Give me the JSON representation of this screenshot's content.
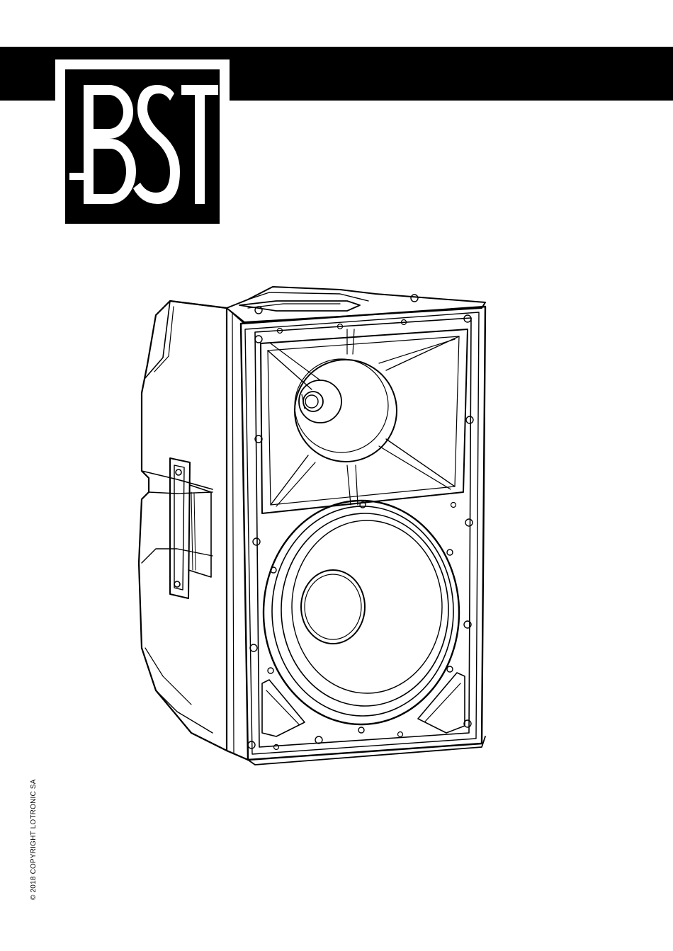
{
  "brand": {
    "logo_text": "BST"
  },
  "footer": {
    "copyright": "© 2018 COPYRIGHT LOTRONIC SA"
  },
  "illustration": {
    "subject": "loudspeaker-cabinet"
  }
}
